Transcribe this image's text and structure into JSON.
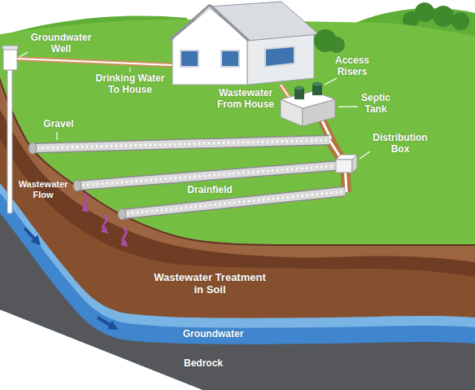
{
  "diagram": {
    "labels": [
      "Groundwater Well",
      "Drinking Water To House",
      "Access Risers",
      "Wastewater From House",
      "Septic Tank",
      "Gravel",
      "Distribution Box",
      "Wastewater Flow",
      "Drainfield",
      "Wastewater Treatment in Soil",
      "Groundwater",
      "Bedrock"
    ]
  }
}
